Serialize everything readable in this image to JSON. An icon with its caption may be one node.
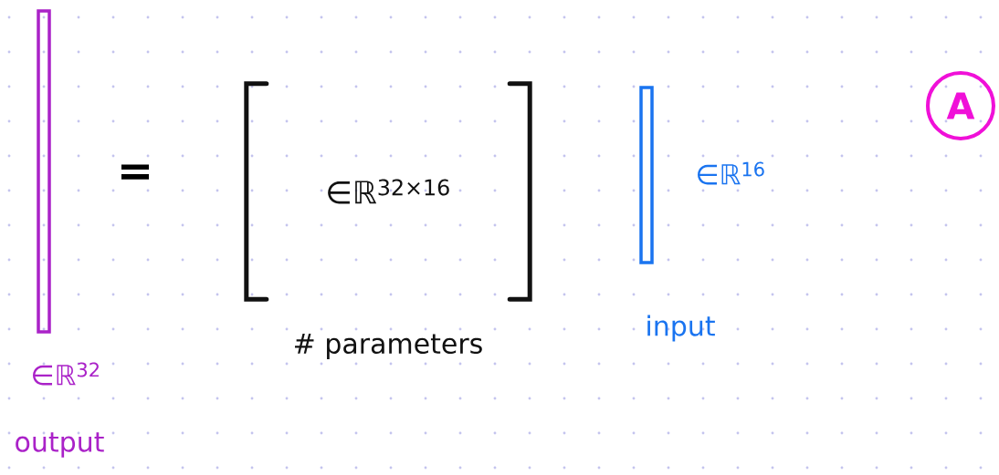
{
  "diagram": {
    "nodes": [
      {
        "text": [],
        "shape": "bar",
        "beside": [
          "∈ℝ$^{32}$",
          "output"
        ]
      },
      {
        "text": [
          "∈ℝ$^{32×16}$"
        ],
        "beside": [
          "# parameters"
        ]
      },
      {
        "text": [],
        "shape": "bar",
        "beside": [
          "∈ℝ$^{16}$",
          "input"
        ]
      },
      {
        "text": [
          "A"
        ]
      }
    ],
    "labels": [
      "="
    ]
  }
}
